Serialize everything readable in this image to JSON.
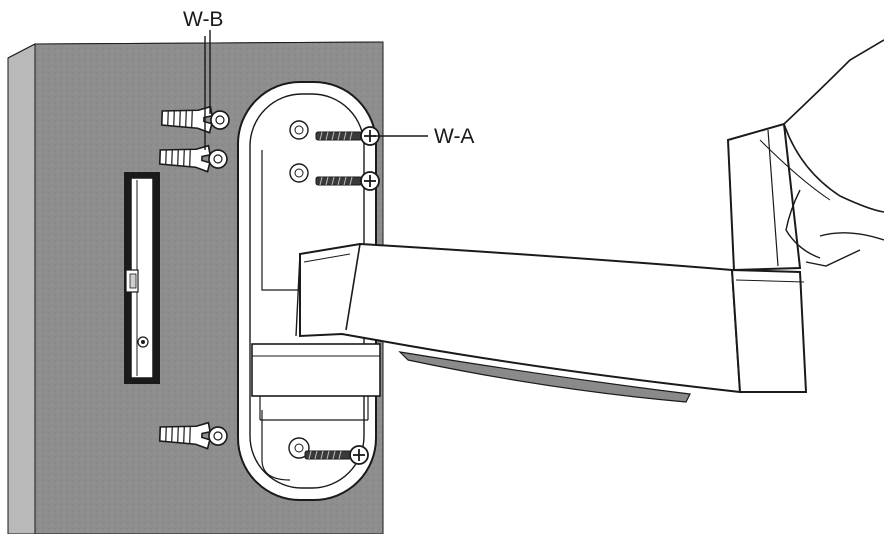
{
  "labels": {
    "wall_anchor": "W-B",
    "wood_screw": "W-A"
  },
  "colors": {
    "wall": "#8e8e8e",
    "wall_side": "#b9b9b9",
    "wall_top": "#a7a7a7",
    "outline": "#1a1a1a",
    "bracket": "#ffffff"
  },
  "parts": {
    "wall_anchors": 3,
    "screws": 3
  }
}
